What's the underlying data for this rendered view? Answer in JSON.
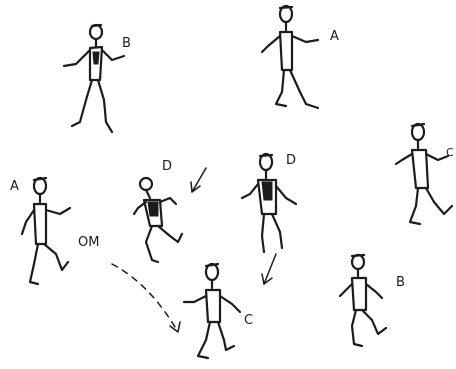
{
  "figures": [
    {
      "id": "b-top",
      "label": "B"
    },
    {
      "id": "a-top",
      "label": "A"
    },
    {
      "id": "a-left",
      "label": "A",
      "extra": "OM"
    },
    {
      "id": "d-left",
      "label": "D"
    },
    {
      "id": "d-center",
      "label": "D"
    },
    {
      "id": "c-right",
      "label": "C"
    },
    {
      "id": "c-bottom",
      "label": "C"
    },
    {
      "id": "b-bottom",
      "label": "B"
    }
  ],
  "colors": {
    "ink": "#1c1c1c",
    "background": "#ffffff"
  }
}
